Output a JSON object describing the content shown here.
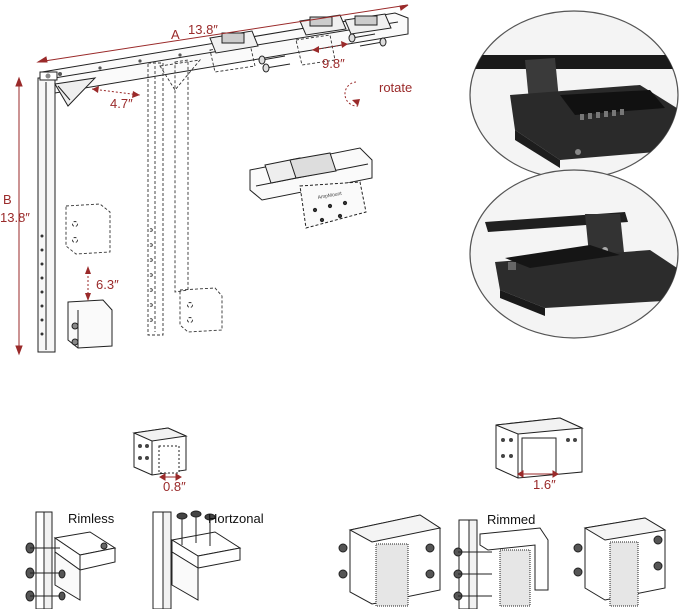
{
  "dimensions": {
    "a_letter": "A",
    "a_value": "13.8″",
    "b_letter": "B",
    "b_value": "13.8″",
    "slide_width": "9.8″",
    "arm_offset": "4.7″",
    "bracket_gap": "6.3″",
    "small_clamp_width": "0.8″",
    "large_clamp_width": "1.6″"
  },
  "annotations": {
    "rotate": "rotate"
  },
  "mount_types": {
    "rimless": "Rimless",
    "horizontal": "Hortzonal",
    "rimmed": "Rimmed"
  },
  "plate_brand": "AmpMount",
  "colors": {
    "dimension_text": "#9a2a2a",
    "line_art": "#222222",
    "photo_background": "#f4f4f4",
    "device_dark": "#2a2a2a"
  },
  "icons": [
    "rotate-arrow-icon",
    "double-arrow-icon",
    "screw-icon"
  ]
}
